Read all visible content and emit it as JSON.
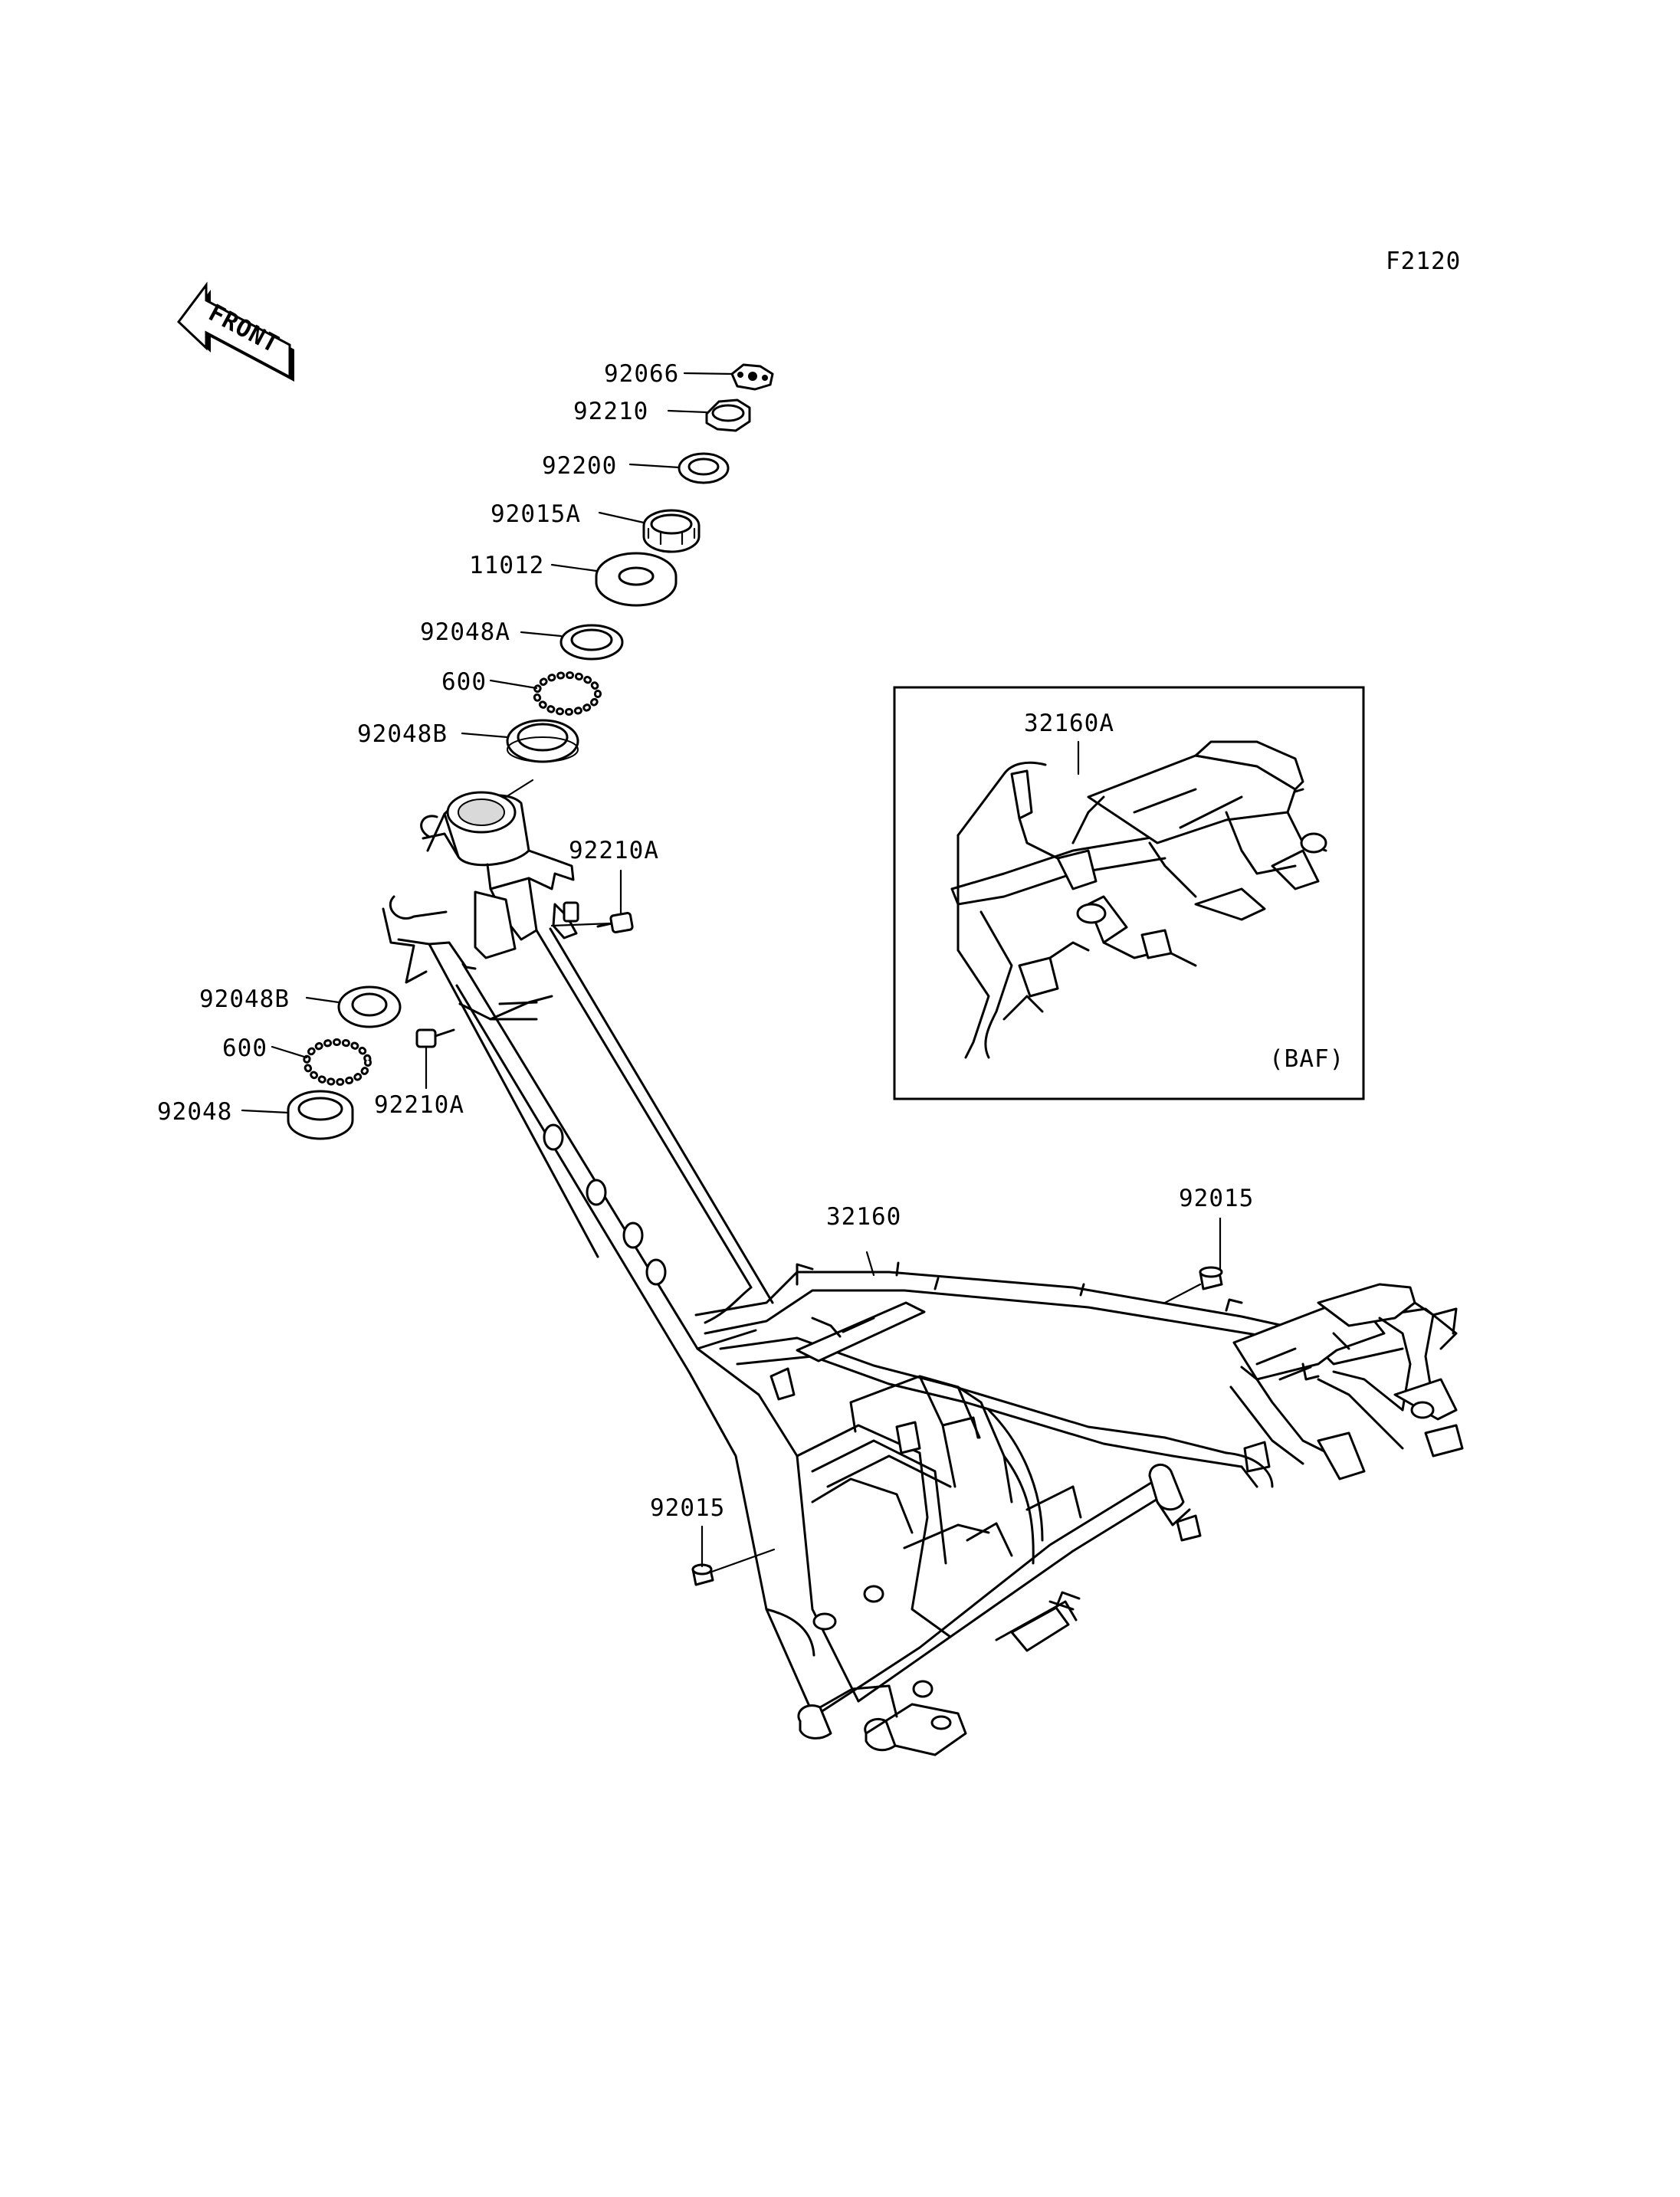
{
  "figure_code": "F2120",
  "front_arrow": {
    "text": "FRONT"
  },
  "inset": {
    "note": "(BAF)"
  },
  "callouts": [
    {
      "id": "92066",
      "text": "92066"
    },
    {
      "id": "92210",
      "text": "92210"
    },
    {
      "id": "92200",
      "text": "92200"
    },
    {
      "id": "92015A",
      "text": "92015A"
    },
    {
      "id": "11012",
      "text": "11012"
    },
    {
      "id": "92048A",
      "text": "92048A"
    },
    {
      "id": "600-top",
      "text": "600"
    },
    {
      "id": "92048B-top",
      "text": "92048B"
    },
    {
      "id": "92210A-top",
      "text": "92210A"
    },
    {
      "id": "92048B-bottom",
      "text": "92048B"
    },
    {
      "id": "600-bottom",
      "text": "600"
    },
    {
      "id": "92210A-bottom",
      "text": "92210A"
    },
    {
      "id": "92048",
      "text": "92048"
    },
    {
      "id": "32160",
      "text": "32160"
    },
    {
      "id": "92015-right",
      "text": "92015"
    },
    {
      "id": "92015-lower",
      "text": "92015"
    },
    {
      "id": "32160A",
      "text": "32160A"
    }
  ]
}
